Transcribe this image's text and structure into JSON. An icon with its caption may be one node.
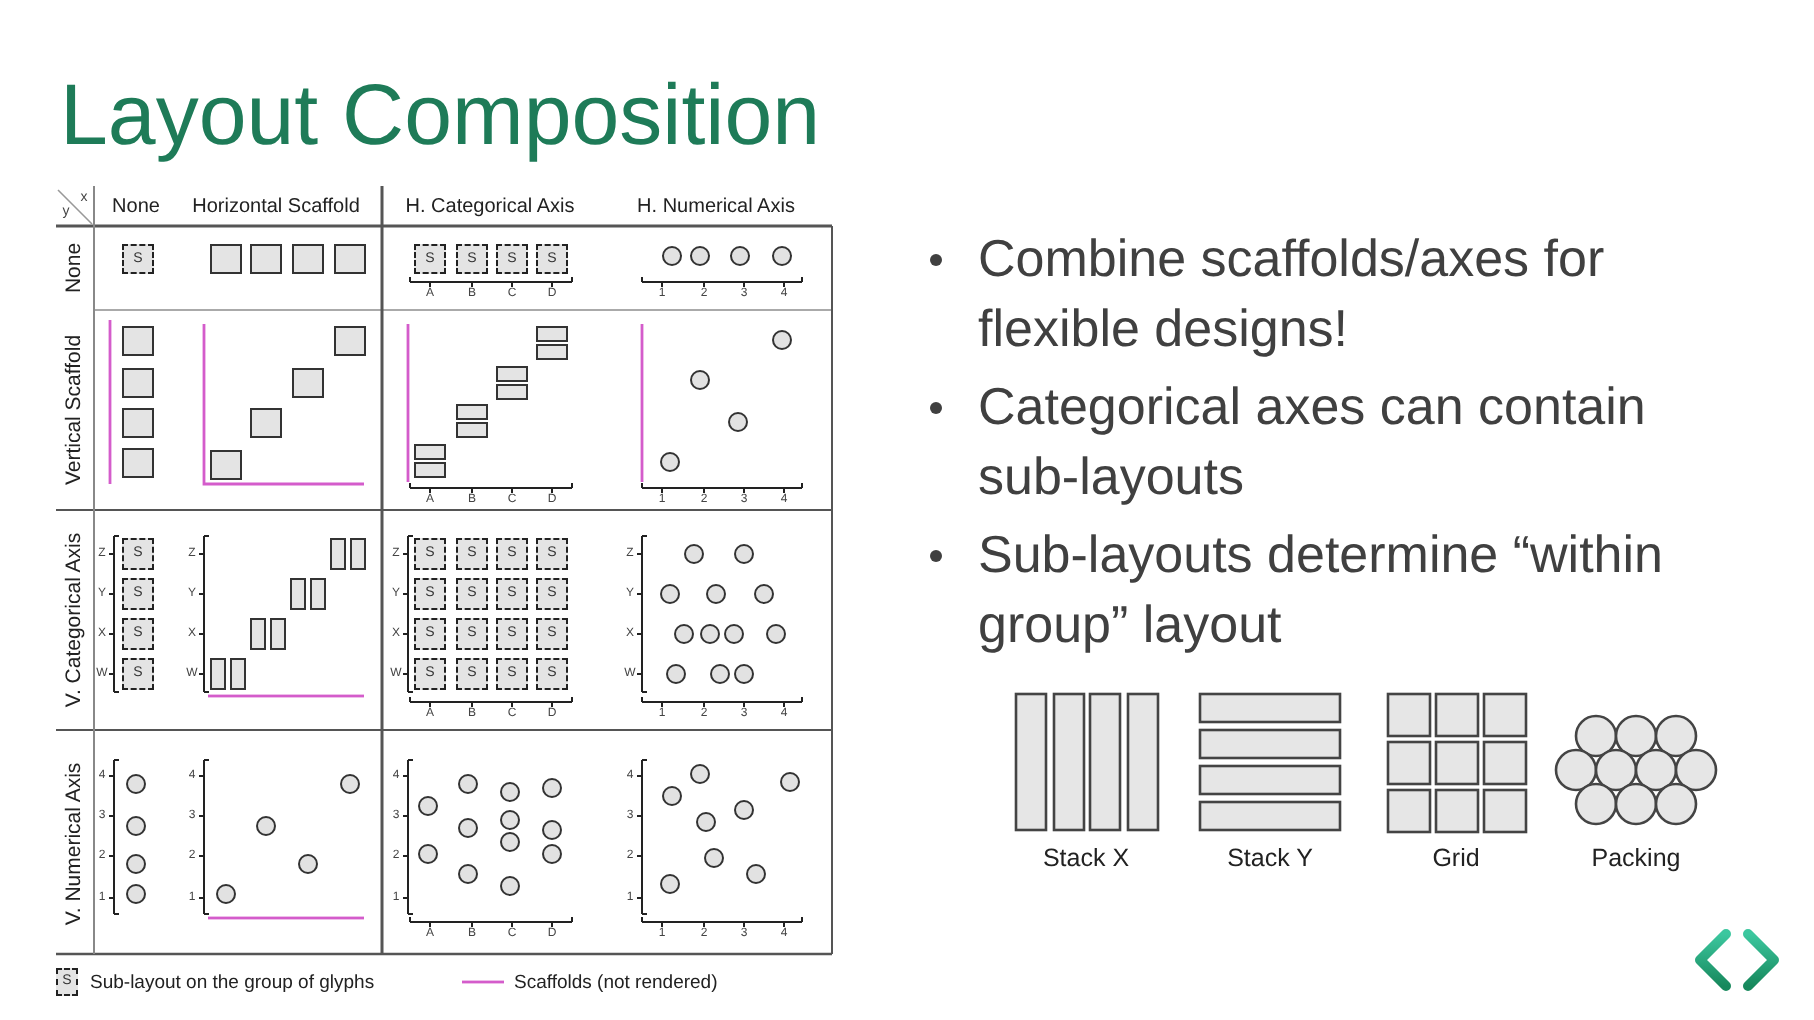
{
  "diagram": {
    "title": "Layout Composition",
    "labels": [
      "y",
      "x",
      "None",
      "Horizontal Scaffold",
      "H. Categorical Axis",
      "H. Numerical Axis",
      "None",
      "S",
      "S",
      "S",
      "S",
      "S",
      "A",
      "B",
      "C",
      "D",
      "1",
      "2",
      "3",
      "4",
      "Vertical Scaffold",
      "A",
      "B",
      "C",
      "D",
      "1",
      "2",
      "3",
      "4",
      "V. Categorical Axis",
      "Z",
      "S",
      "Y",
      "S",
      "X",
      "S",
      "W",
      "S",
      "Z",
      "Y",
      "X",
      "W",
      "Z",
      "S",
      "S",
      "S",
      "S",
      "Y",
      "S",
      "S",
      "S",
      "S",
      "X",
      "S",
      "S",
      "S",
      "S",
      "W",
      "S",
      "S",
      "S",
      "S",
      "A",
      "B",
      "C",
      "D",
      "Z",
      "Y",
      "X",
      "W",
      "1",
      "2",
      "3",
      "4",
      "V. Numerical Axis",
      "4",
      "3",
      "2",
      "1",
      "4",
      "3",
      "2",
      "1",
      "4",
      "3",
      "2",
      "1",
      "A",
      "B",
      "C",
      "D",
      "4",
      "3",
      "2",
      "1",
      "1",
      "2",
      "3",
      "4",
      "S",
      "Combine scaffolds/axes for flexible designs!",
      "Categorical axes can contain sub-layouts",
      "Sub-layouts determine “within group” layout",
      "Stack X",
      "Stack Y",
      "Grid",
      "Packing"
    ],
    "legend": [
      {
        "text": "Sub-layout on the group of glyphs"
      },
      {
        "text": "Scaffolds (not rendered)"
      }
    ]
  }
}
